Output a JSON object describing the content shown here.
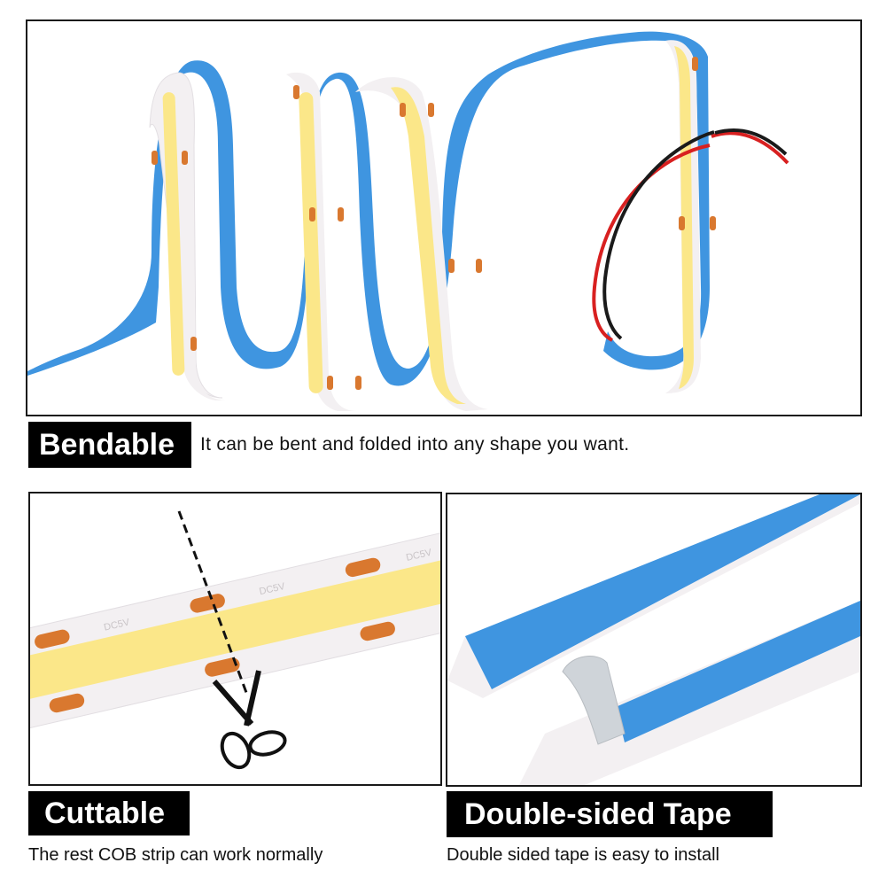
{
  "sections": {
    "bendable": {
      "title": "Bendable",
      "caption": "It can be bent and folded into any shape you want."
    },
    "cuttable": {
      "title": "Cuttable",
      "caption": "The rest COB strip can work normally"
    },
    "tape": {
      "title": "Double-sided Tape",
      "caption": "Double sided tape is easy to install"
    }
  },
  "strip_marking": "DC5V",
  "colors": {
    "tape_blue": "#3f95e0",
    "pcb_white": "#f3f0f2",
    "led_yellow": "#fbe789",
    "copper_pad": "#d9782f",
    "badge_bg": "#000000",
    "badge_text": "#ffffff",
    "border": "#1a1a1a"
  },
  "icons": [
    "scissors-icon",
    "cut-line"
  ]
}
